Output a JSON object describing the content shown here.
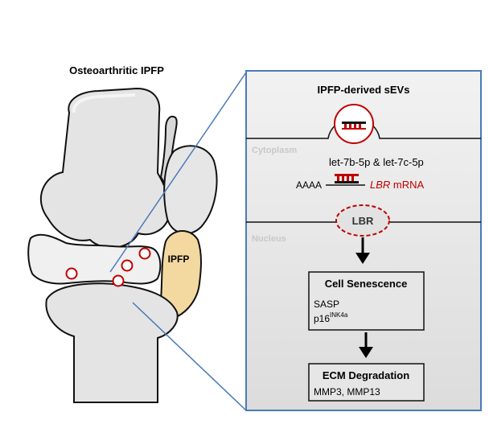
{
  "left_title": "Osteoarthritic IPFP",
  "ipfp_label": "IPFP",
  "box_title": "IPFP-derived sEVs",
  "cytoplasm_label": "Cytoplasm",
  "mirna_label": "let-7b-5p & let-7c-5p",
  "polya_label": "AAAA",
  "lbr_italic": "LBR",
  "mrna_label": "mRNA",
  "nucleus_label": "Nucleus",
  "lbr_node": "LBR",
  "senescence": {
    "title": "Cell Senescence",
    "line1": "SASP",
    "line2_base": "p16",
    "line2_sup": "INK4a"
  },
  "ecm": {
    "title": "ECM Degradation",
    "markers": "MMP3, MMP13"
  },
  "colors": {
    "panel_border": "#4a7ab8",
    "panel_fill": "#e6e6e6",
    "mirna_red": "#c00000",
    "ipfp_fill": "#f3d9a0",
    "bone_fill": "#e8e8e8"
  }
}
